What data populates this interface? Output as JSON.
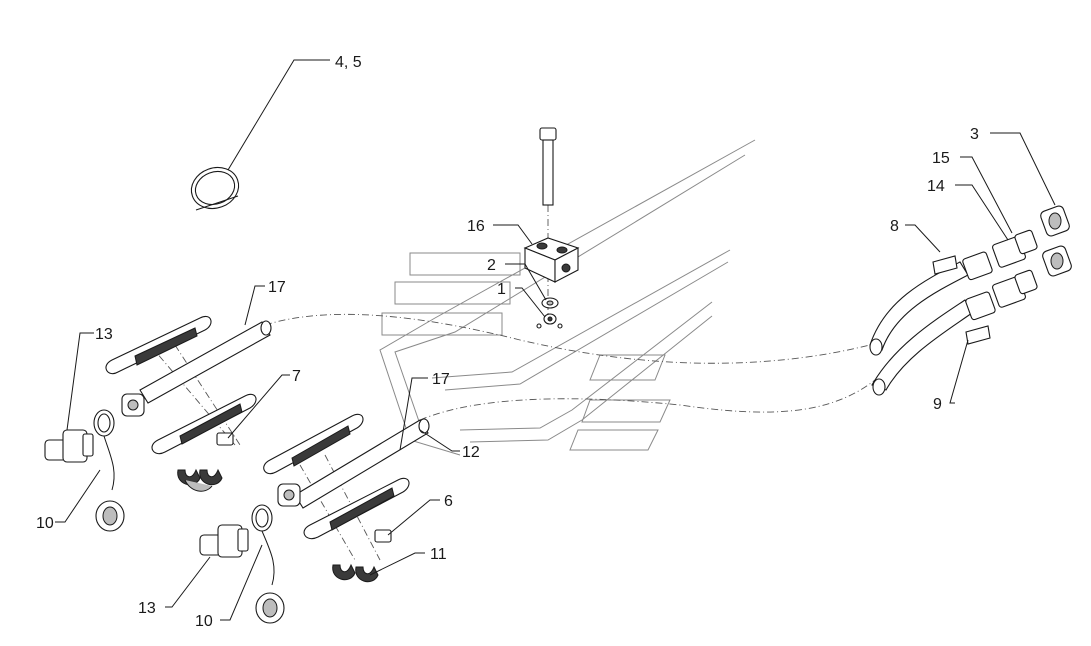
{
  "colors": {
    "line": "#1a1a1a",
    "watermark": "#8a8a8a",
    "background": "#ffffff"
  },
  "callouts": [
    {
      "id": "c-4-5",
      "text": "4, 5"
    },
    {
      "id": "c-3",
      "text": "3"
    },
    {
      "id": "c-15",
      "text": "15"
    },
    {
      "id": "c-14",
      "text": "14"
    },
    {
      "id": "c-8",
      "text": "8"
    },
    {
      "id": "c-16",
      "text": "16"
    },
    {
      "id": "c-2",
      "text": "2"
    },
    {
      "id": "c-1",
      "text": "1"
    },
    {
      "id": "c-17a",
      "text": "17"
    },
    {
      "id": "c-13a",
      "text": "13"
    },
    {
      "id": "c-7",
      "text": "7"
    },
    {
      "id": "c-17b",
      "text": "17"
    },
    {
      "id": "c-12",
      "text": "12"
    },
    {
      "id": "c-9",
      "text": "9"
    },
    {
      "id": "c-6",
      "text": "6"
    },
    {
      "id": "c-10a",
      "text": "10"
    },
    {
      "id": "c-11",
      "text": "11"
    },
    {
      "id": "c-13b",
      "text": "13"
    },
    {
      "id": "c-10b",
      "text": "10"
    }
  ],
  "icons": [
    "cable-tie-icon",
    "valve-block-icon",
    "hose-icon",
    "quick-coupler-icon",
    "dust-cap-icon",
    "hose-guard-icon",
    "clamp-icon",
    "plug-icon",
    "bolt-icon",
    "washer-icon",
    "sticker-icon",
    "watermark-logo"
  ]
}
